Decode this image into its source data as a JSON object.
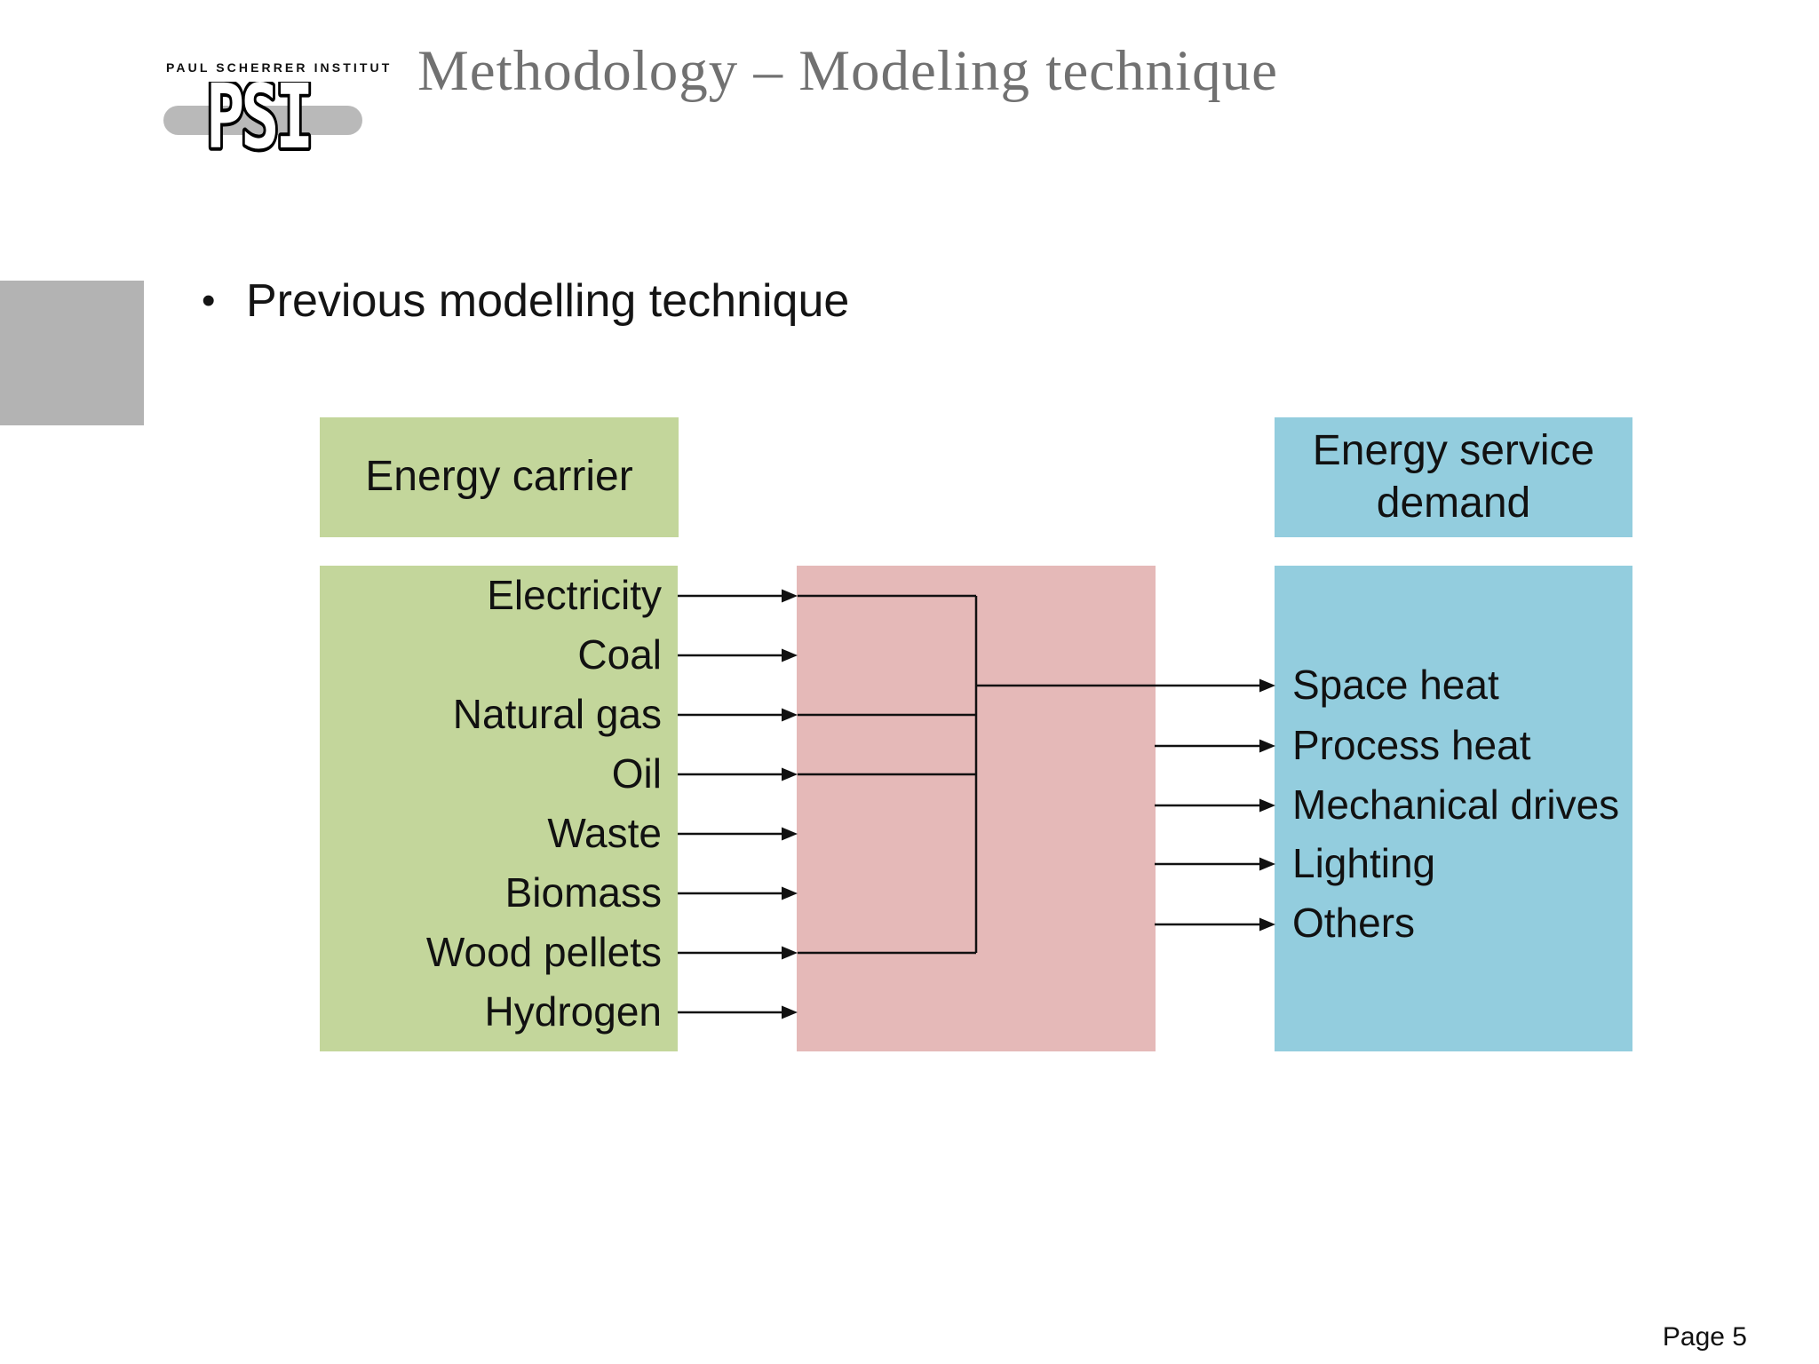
{
  "logo": {
    "institute": "PAUL SCHERRER INSTITUT",
    "acronym": "PSI",
    "bar_color": "#b9b9b9"
  },
  "header": {
    "title": "Methodology – Modeling technique",
    "title_color": "#717171"
  },
  "bullet": {
    "marker": "•",
    "text": "Previous modelling technique"
  },
  "diagram": {
    "carriers": {
      "header": "Energy carrier",
      "items": [
        "Electricity",
        "Coal",
        "Natural gas",
        "Oil",
        "Waste",
        "Biomass",
        "Wood pellets",
        "Hydrogen"
      ],
      "fill": "#c3d69b"
    },
    "conversion": {
      "fill": "#e5b9b8"
    },
    "demands": {
      "header": "Energy service demand",
      "items": [
        "Space heat",
        "Process heat",
        "Mechanical drives",
        "Lighting",
        "Others"
      ],
      "fill": "#93cdde"
    },
    "connections": {
      "inputs": [
        "Electricity",
        "Coal",
        "Natural gas",
        "Oil",
        "Waste",
        "Biomass",
        "Wood pellets",
        "Hydrogen"
      ],
      "merged_into_bus": [
        "Electricity",
        "Natural gas",
        "Oil",
        "Wood pellets"
      ],
      "bus_output": "Space heat",
      "direct_outputs": [
        "Process heat",
        "Mechanical drives",
        "Lighting",
        "Others"
      ],
      "line_color": "#111111"
    }
  },
  "accent": {
    "square_color": "#b3b3b3"
  },
  "footer": {
    "page_label": "Page 5"
  }
}
